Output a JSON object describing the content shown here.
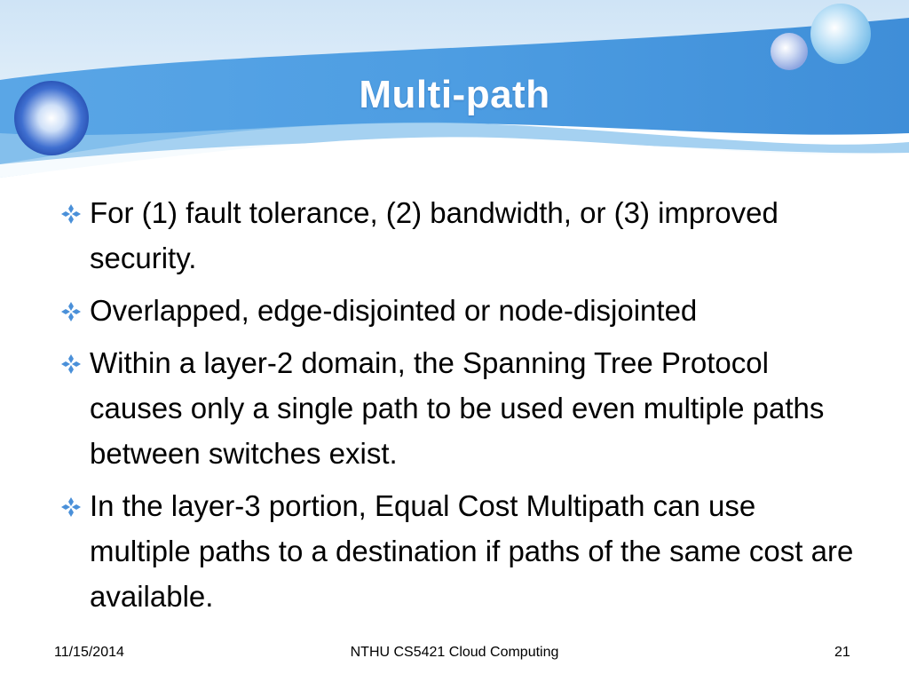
{
  "slide": {
    "title": "Multi-path",
    "bullets": [
      "For (1) fault tolerance, (2) bandwidth, or (3) improved security.",
      "Overlapped, edge-disjointed or node-disjointed",
      "Within a layer-2 domain, the Spanning Tree Protocol causes only a single path to be used even multiple paths between switches exist.",
      "In the layer-3 portion, Equal Cost Multipath can use multiple paths to a destination if paths of the same cost are available."
    ],
    "bullet_marker_icon": "diamond-bullet-icon",
    "accent_color": "#4a90d9"
  },
  "footer": {
    "date": "11/15/2014",
    "course": "NTHU CS5421 Cloud Computing",
    "page_number": "21"
  }
}
